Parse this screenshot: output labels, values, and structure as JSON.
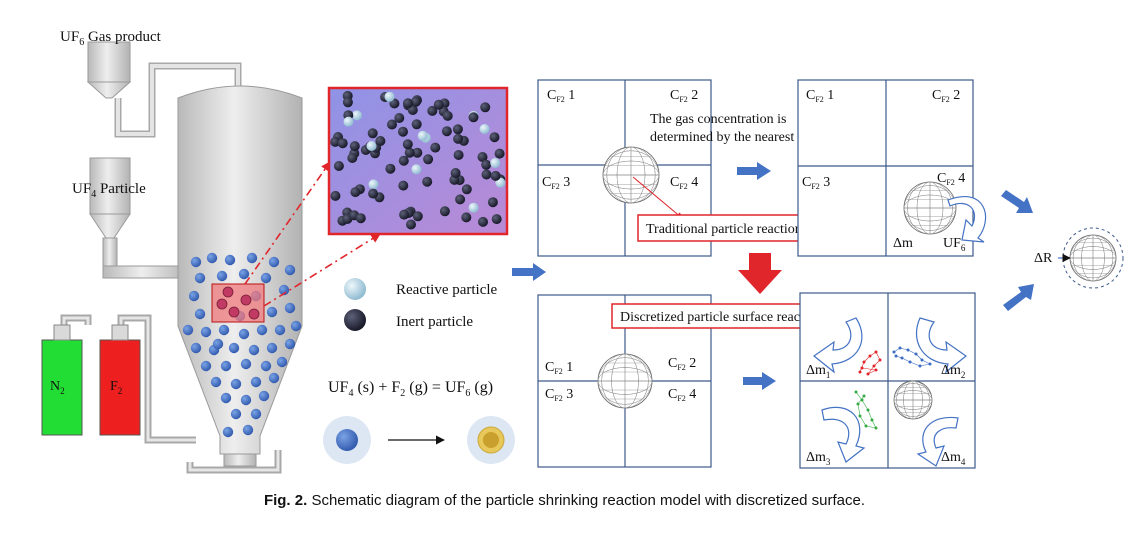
{
  "labels": {
    "uf6_gas_product": "UF",
    "uf6_sub": "6",
    "uf6_rest": " Gas product",
    "uf4_particle": "UF",
    "uf4_sub": "4",
    "uf4_rest": " Particle",
    "n2": "N",
    "n2_sub": "2",
    "f2": "F",
    "f2_sub": "2"
  },
  "legend": {
    "reactive": "Reactive particle",
    "inert": "Inert particle"
  },
  "equation": {
    "uf4": "UF",
    "uf4_sub": "4",
    "s": " (s) + F",
    "f2_sub": "2",
    "g1": " (g) = UF",
    "uf6_sub": "6",
    "g2": " (g)"
  },
  "grid_labels": {
    "c": "C",
    "f2": "F2",
    "n1": "1",
    "n2": "2",
    "n3": "3",
    "n4": "4"
  },
  "annotations": {
    "gas_conc_line1": "The gas concentration is",
    "gas_conc_line2": "determined by the nearest grid",
    "traditional": "Traditional particle reaction model",
    "discretized": "Discretized particle surface reaction model",
    "dm": "Δm",
    "uf6": "UF",
    "uf6_sub": "6",
    "dm1": "Δm",
    "dm1_sub": "1",
    "dm2": "Δm",
    "dm2_sub": "2",
    "dm3": "Δm",
    "dm3_sub": "3",
    "dm4": "Δm",
    "dm4_sub": "4",
    "dr": "ΔR"
  },
  "caption": {
    "prefix": "Fig. 2.",
    "text": " Schematic diagram of the particle shrinking reaction model with discretized surface."
  },
  "colors": {
    "reactive_particle": "#a9d3e8",
    "inert_particle": "#1d1f33",
    "bed_particle": "#3d6cc4",
    "n2_cylinder": "#22dd33",
    "f2_cylinder": "#ee1f1f",
    "highlight_red": "#e0262b",
    "arrow_blue": "#4472c4"
  }
}
